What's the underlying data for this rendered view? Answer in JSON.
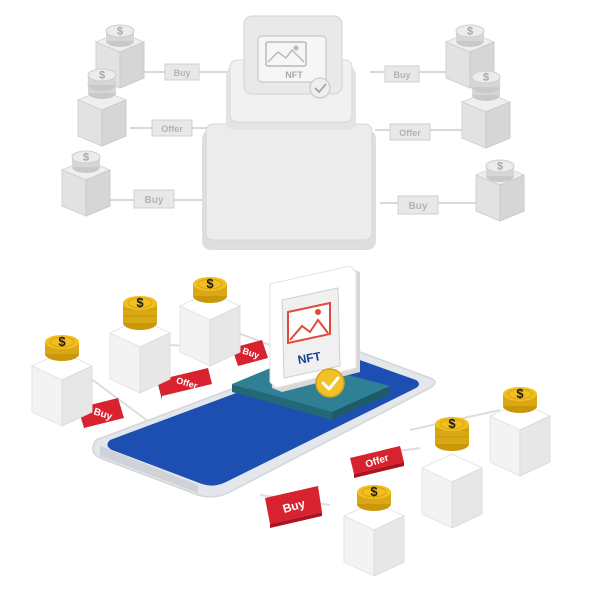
{
  "labels": {
    "nft": "NFT",
    "buy": "Buy",
    "offer": "Offer"
  },
  "colors": {
    "background": "#ffffff",
    "gray_light": "#efefef",
    "gray_mid": "#dcdcdc",
    "gray_dark": "#c4c4c4",
    "phone_frame": "#e3e6ea",
    "phone_screen": "#1d4fb3",
    "phone_screen_dark": "#153d91",
    "teal_base": "#2f7f95",
    "teal_base_dark": "#246777",
    "tag_red": "#d8222f",
    "tag_red_dark": "#a9141f",
    "coin_gold": "#f2bf1f",
    "coin_gold_dark": "#c99708",
    "coin_symbol": "#1a1a1a",
    "image_icon_red": "#e0493b",
    "check_gold": "#f2c12a"
  },
  "icons": [
    "dollar-coin-icon",
    "image-icon",
    "check-icon"
  ]
}
